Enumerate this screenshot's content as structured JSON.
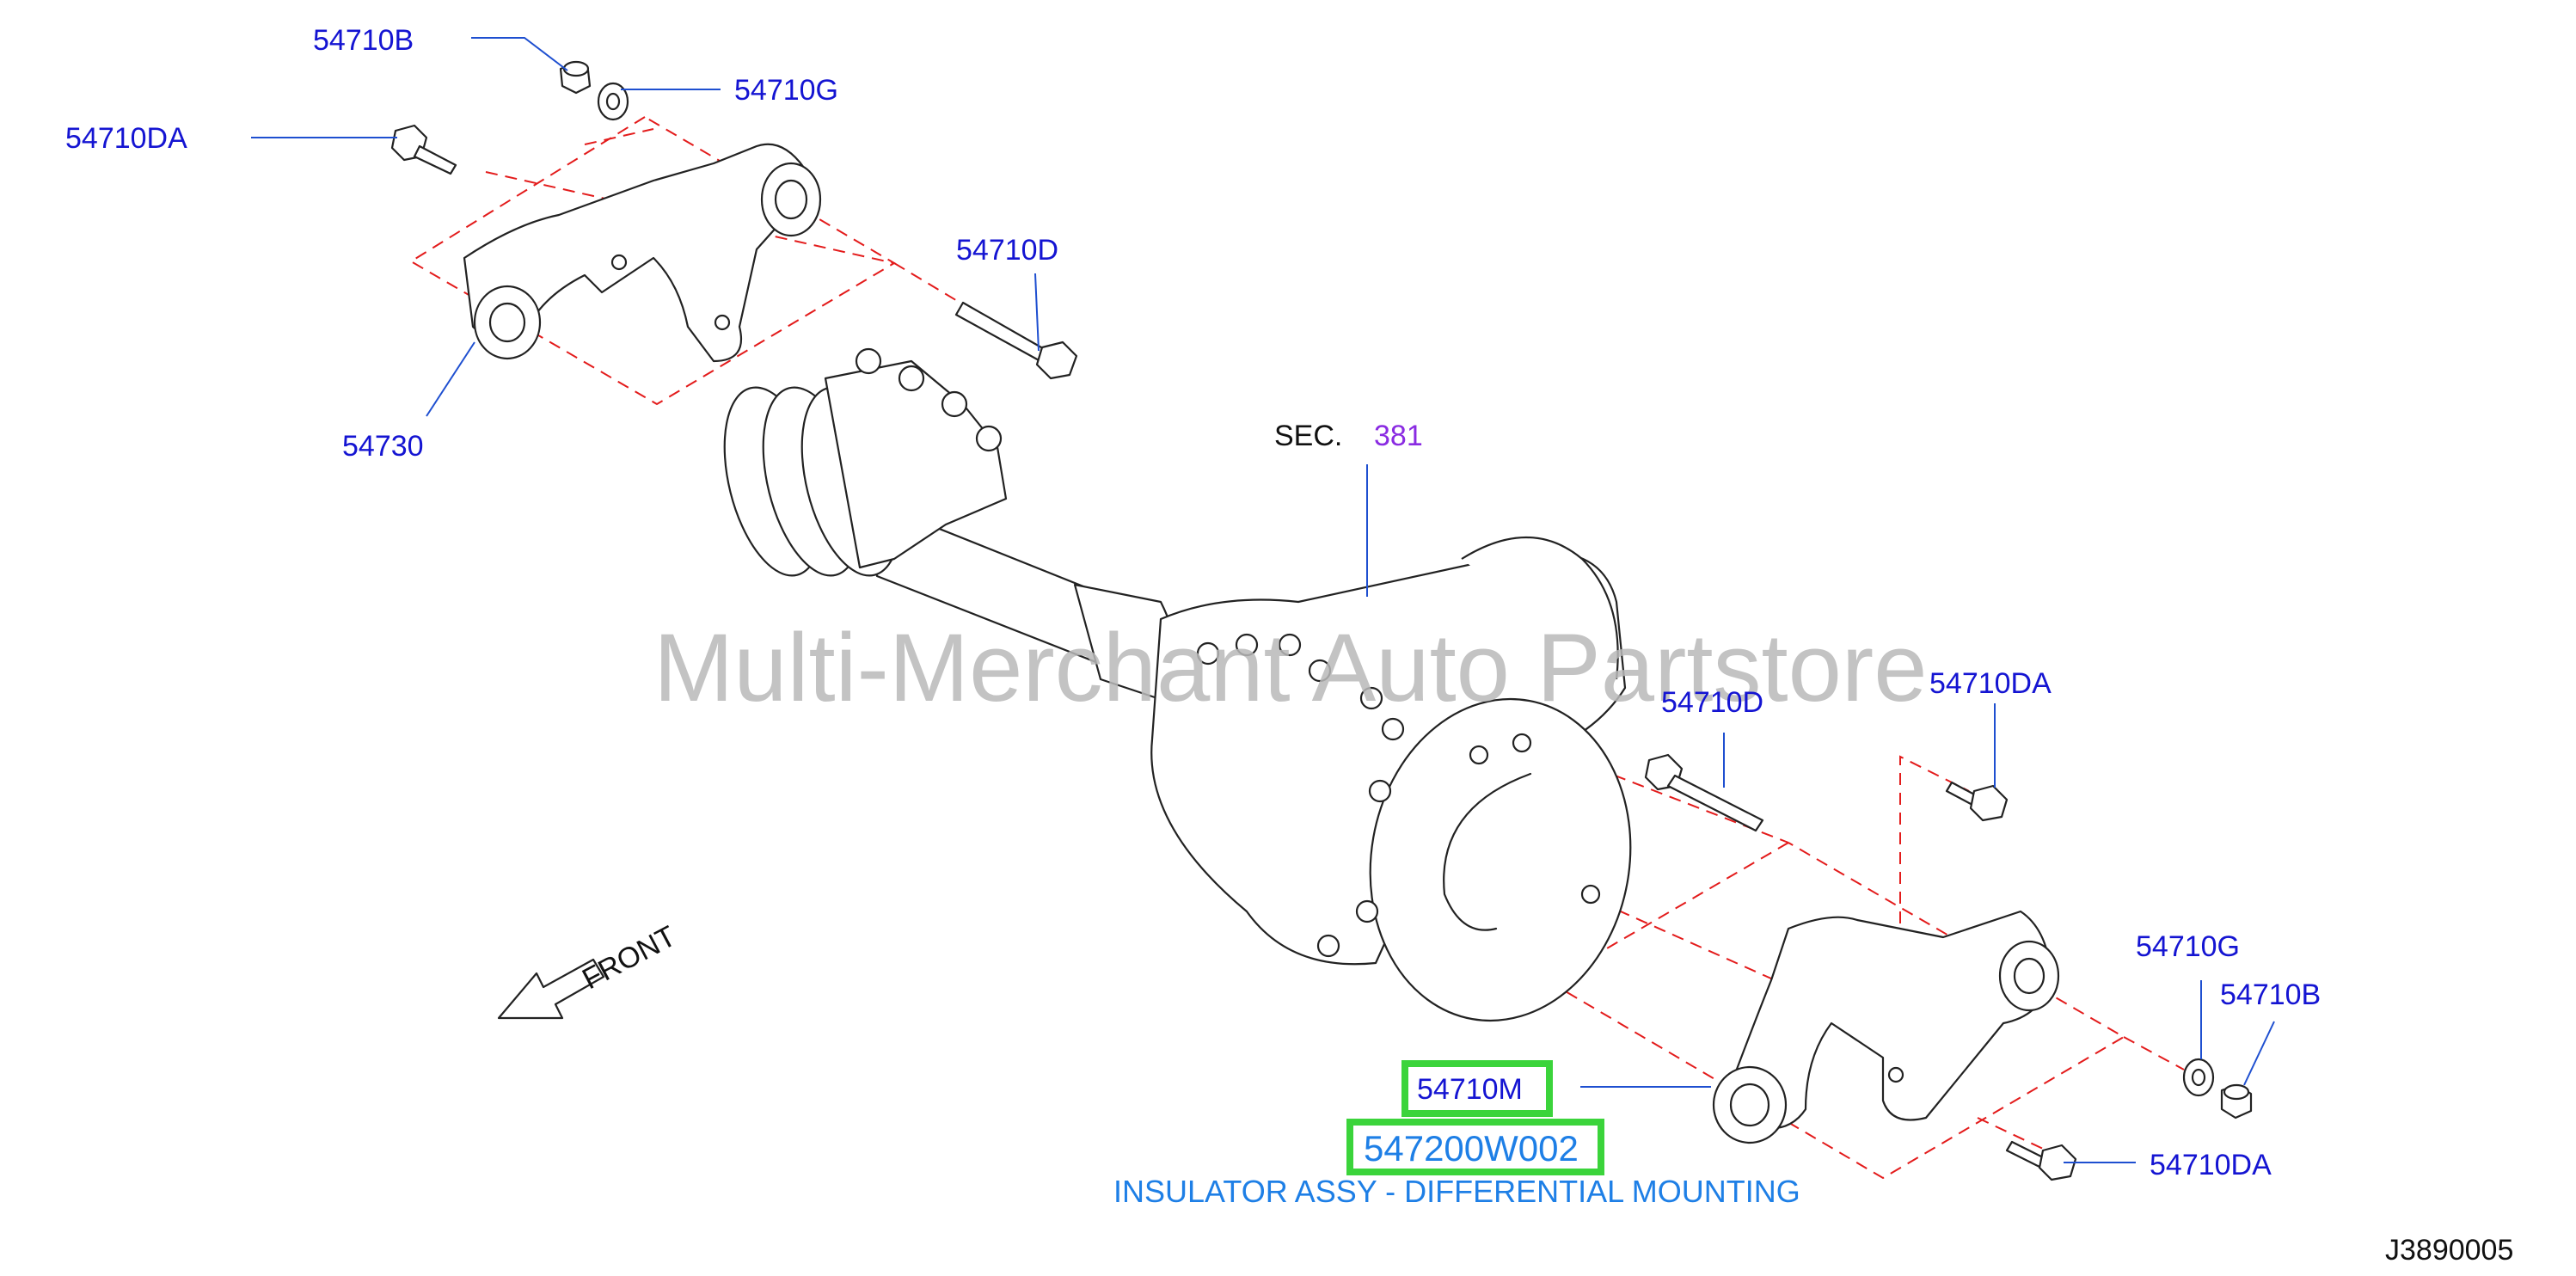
{
  "diagram": {
    "watermark": "Multi-Merchant Auto Partstore",
    "section_prefix": "SEC.",
    "section_number": "381",
    "front_label": "FRONT",
    "drawing_code": "J3890005",
    "highlighted_part": "54710M",
    "highlighted_part_number": "547200W002",
    "highlighted_description": "INSULATOR ASSY - DIFFERENTIAL MOUNTING",
    "labels": {
      "upper_nut": "54710B",
      "upper_washer": "54710G",
      "upper_bolt_da": "54710DA",
      "upper_bolt_d": "54710D",
      "upper_insulator": "54730",
      "lower_bolt_d": "54710D",
      "lower_bolt_da_top": "54710DA",
      "lower_washer": "54710G",
      "lower_nut": "54710B",
      "lower_bolt_da_bottom": "54710DA"
    },
    "colors": {
      "label_blue": "#1414d2",
      "description_blue": "#1e7fe6",
      "highlight_green": "#3bd43b",
      "dash_red": "#e31b1b",
      "section_purple": "#8a2be2"
    }
  }
}
